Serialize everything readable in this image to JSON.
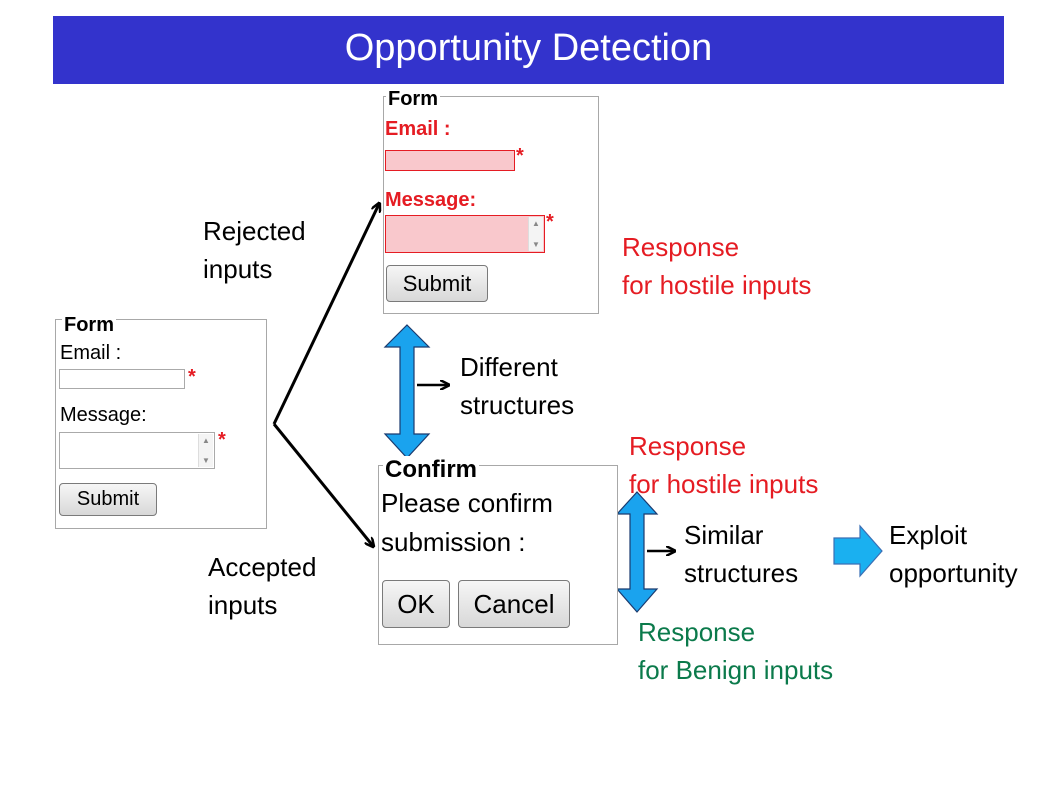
{
  "title": "Opportunity Detection",
  "labels": {
    "rejected": [
      "Rejected",
      "inputs"
    ],
    "accepted": [
      "Accepted",
      "inputs"
    ],
    "different": [
      "Different",
      "structures"
    ],
    "similar": [
      "Similar",
      "structures"
    ],
    "exploit": [
      "Exploit",
      "opportunity"
    ],
    "response_hostile_1": [
      "Response",
      "for hostile inputs"
    ],
    "response_hostile_2": [
      "Response",
      "for hostile inputs"
    ],
    "response_benign": [
      "Response",
      "for Benign inputs"
    ]
  },
  "original_form": {
    "title": "Form",
    "email_label": "Email :",
    "message_label": "Message:",
    "required_mark": "*",
    "submit_label": "Submit"
  },
  "rejected_form": {
    "title": "Form",
    "email_label": "Email :",
    "message_label": "Message:",
    "required_mark": "*",
    "submit_label": "Submit"
  },
  "confirm_dialog": {
    "title": "Confirm",
    "message_line1": "Please confirm",
    "message_line2": "submission :",
    "ok_label": "OK",
    "cancel_label": "Cancel"
  },
  "colors": {
    "banner": "#3333cc",
    "hostile_text": "#e51c23",
    "benign_text": "#0b7a4b",
    "double_arrow": "#1aa3ee",
    "block_arrow": "#1ab0f0",
    "error_field": "#f9c8cc"
  }
}
